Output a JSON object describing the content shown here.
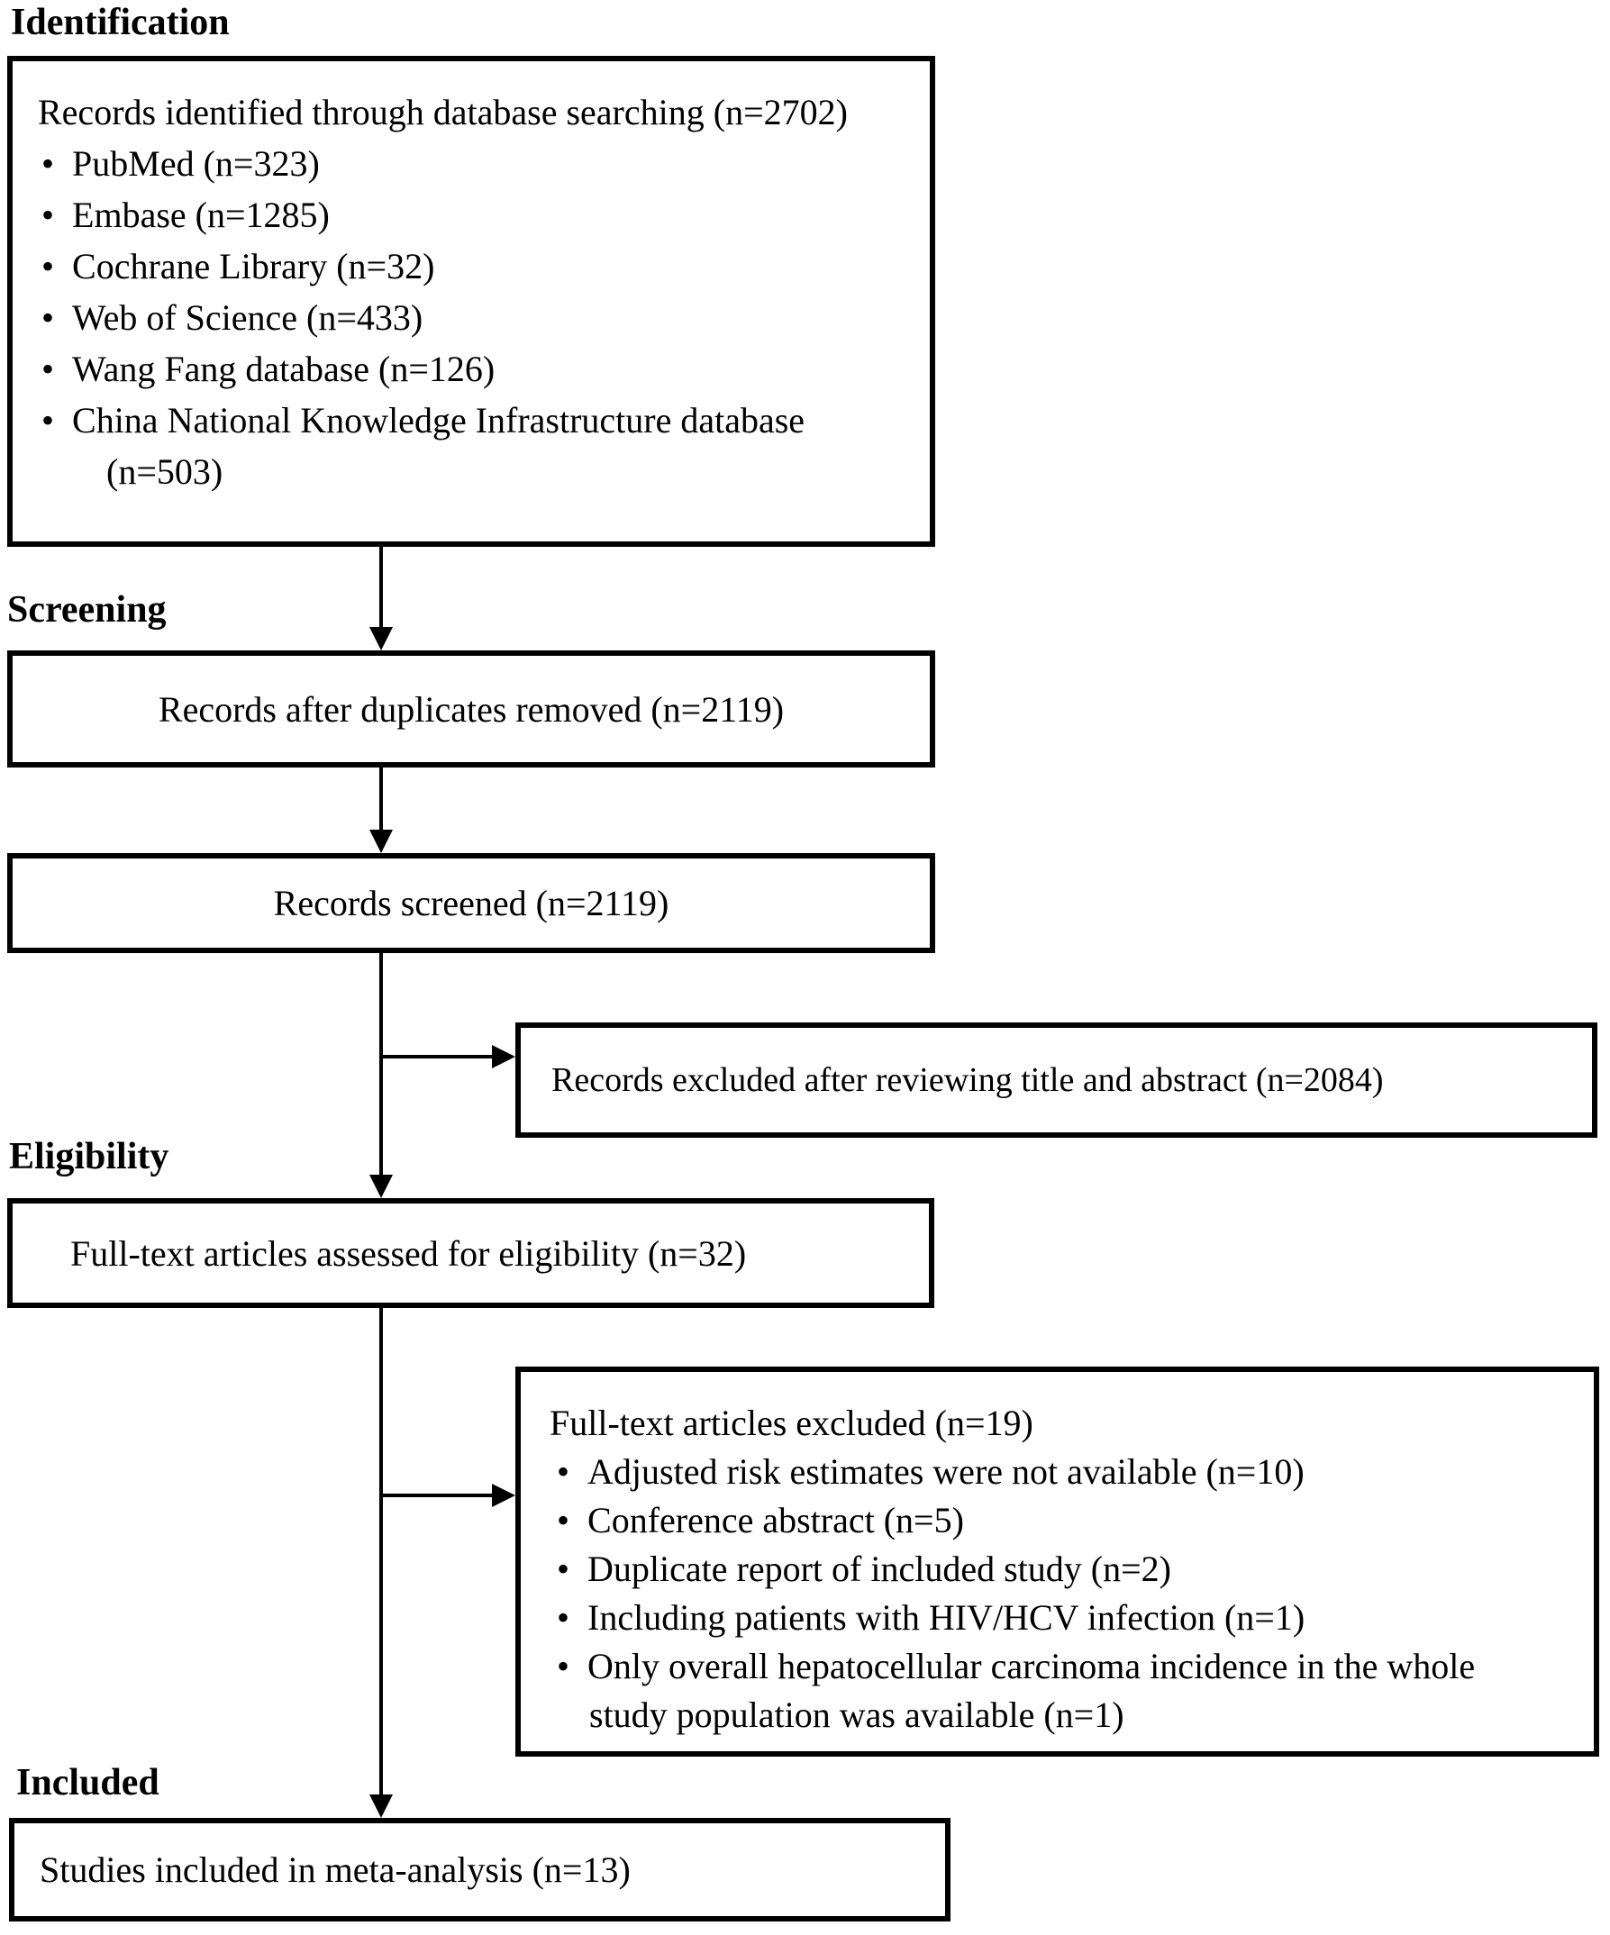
{
  "diagram": {
    "stage_labels": [
      "Identification",
      "Screening",
      "Eligibility",
      "Included"
    ],
    "boxes": {
      "identified": {
        "title": "Records identified through database searching (n=2702)",
        "items": [
          "PubMed (n=323)",
          "Embase (n=1285)",
          "Cochrane Library (n=32)",
          "Web of Science (n=433)",
          "Wang Fang database (n=126)",
          "China National Knowledge Infrastructure database (n=503)"
        ]
      },
      "duplicates_removed": {
        "text": "Records after duplicates removed (n=2119)"
      },
      "screened": {
        "text": "Records screened (n=2119)"
      },
      "excluded_title_abstract": {
        "text": "Records excluded after reviewing title and abstract (n=2084)"
      },
      "fulltext_assessed": {
        "text": "Full-text articles assessed for eligibility (n=32)"
      },
      "fulltext_excluded": {
        "title": "Full-text articles excluded (n=19)",
        "items": [
          "Adjusted risk estimates were not available (n=10)",
          "Conference abstract (n=5)",
          "Duplicate report of included study (n=2)",
          "Including patients with HIV/HCV infection (n=1)",
          "Only overall hepatocellular carcinoma incidence in the whole study population was available (n=1)"
        ]
      },
      "included_meta": {
        "text": "Studies included in meta-analysis (n=13)"
      }
    },
    "colors": {
      "ink": "#000000",
      "background": "#ffffff"
    }
  }
}
